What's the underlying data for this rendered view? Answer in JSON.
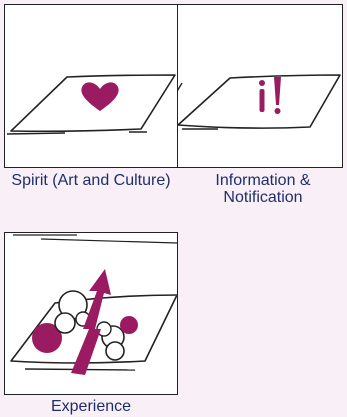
{
  "accent_color": "#9b1b63",
  "caption_color": "#1f2e6b",
  "tiles": [
    {
      "caption": "Spirit (Art and Culture)",
      "icon": "heart-icon"
    },
    {
      "caption": "Information & Notification",
      "icon": "info-exclamation-icon"
    },
    {
      "caption": "Experience",
      "icon": "experience-arrow-bubbles-icon"
    }
  ]
}
